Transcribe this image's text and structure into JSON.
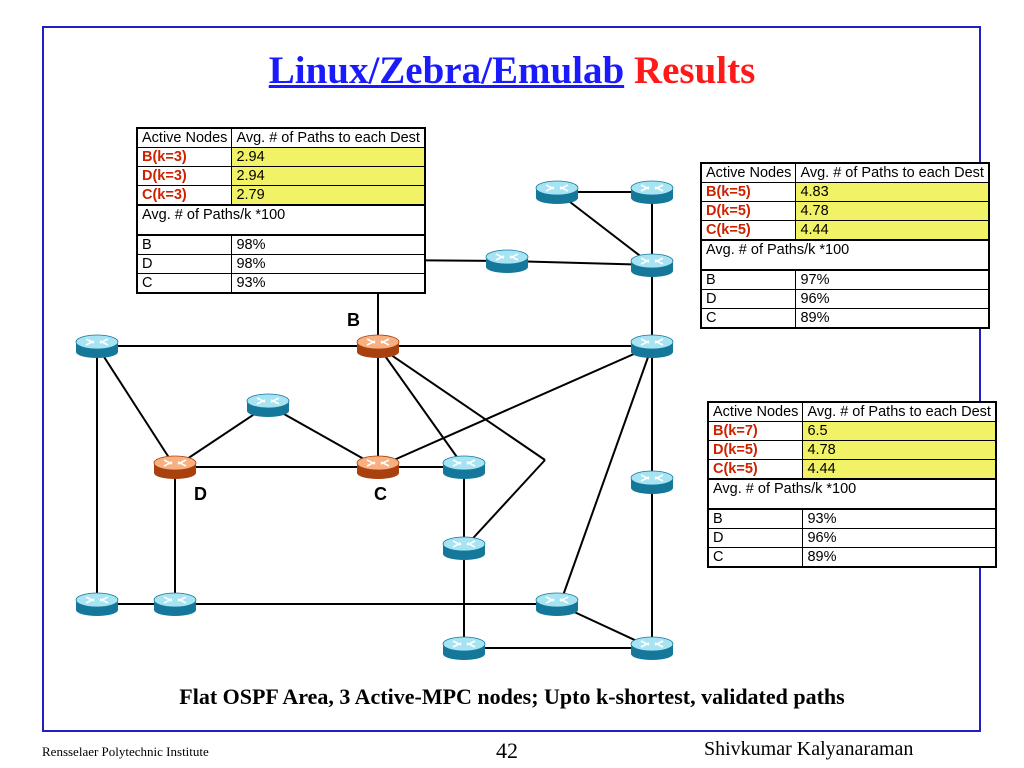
{
  "title": {
    "part1": "Linux/Zebra/Emulab",
    "part2": "Results"
  },
  "colors": {
    "frame": "#2020c0",
    "title_blue": "#1a1aff",
    "title_red": "#ff1a1a",
    "active_router": "#e0642a",
    "router": "#2aa6c8",
    "highlight": "#f2f266"
  },
  "tables": [
    {
      "header": [
        "Active Nodes",
        "Avg. # of Paths to each Dest"
      ],
      "rows": [
        [
          "B(k=3)",
          "2.94"
        ],
        [
          "D(k=3)",
          "2.94"
        ],
        [
          "C(k=3)",
          "2.79"
        ]
      ],
      "subheader": "Avg. # of Paths/k *100",
      "pct": [
        [
          "B",
          "98%"
        ],
        [
          "D",
          "98%"
        ],
        [
          "C",
          "93%"
        ]
      ]
    },
    {
      "header": [
        "Active Nodes",
        "Avg. # of Paths to each Dest"
      ],
      "rows": [
        [
          "B(k=5)",
          "4.83"
        ],
        [
          "D(k=5)",
          "4.78"
        ],
        [
          "C(k=5)",
          "4.44"
        ]
      ],
      "subheader": "Avg. # of Paths/k *100",
      "pct": [
        [
          "B",
          "97%"
        ],
        [
          "D",
          "96%"
        ],
        [
          "C",
          "89%"
        ]
      ]
    },
    {
      "header": [
        "Active Nodes",
        "Avg. # of Paths to each Dest"
      ],
      "rows": [
        [
          "B(k=7)",
          "6.5"
        ],
        [
          "D(k=5)",
          "4.78"
        ],
        [
          "C(k=5)",
          "4.44"
        ]
      ],
      "subheader": "Avg. # of Paths/k *100",
      "pct": [
        [
          "B",
          "93%"
        ],
        [
          "D",
          "96%"
        ],
        [
          "C",
          "89%"
        ]
      ]
    }
  ],
  "node_labels": {
    "b": "B",
    "c": "C",
    "d": "D"
  },
  "caption": "Flat OSPF Area, 3 Active-MPC nodes; Upto k-shortest, validated paths",
  "footer": {
    "institution": "Rensselaer Polytechnic Institute",
    "page": "42",
    "author": "Shivkumar Kalyanaraman"
  }
}
